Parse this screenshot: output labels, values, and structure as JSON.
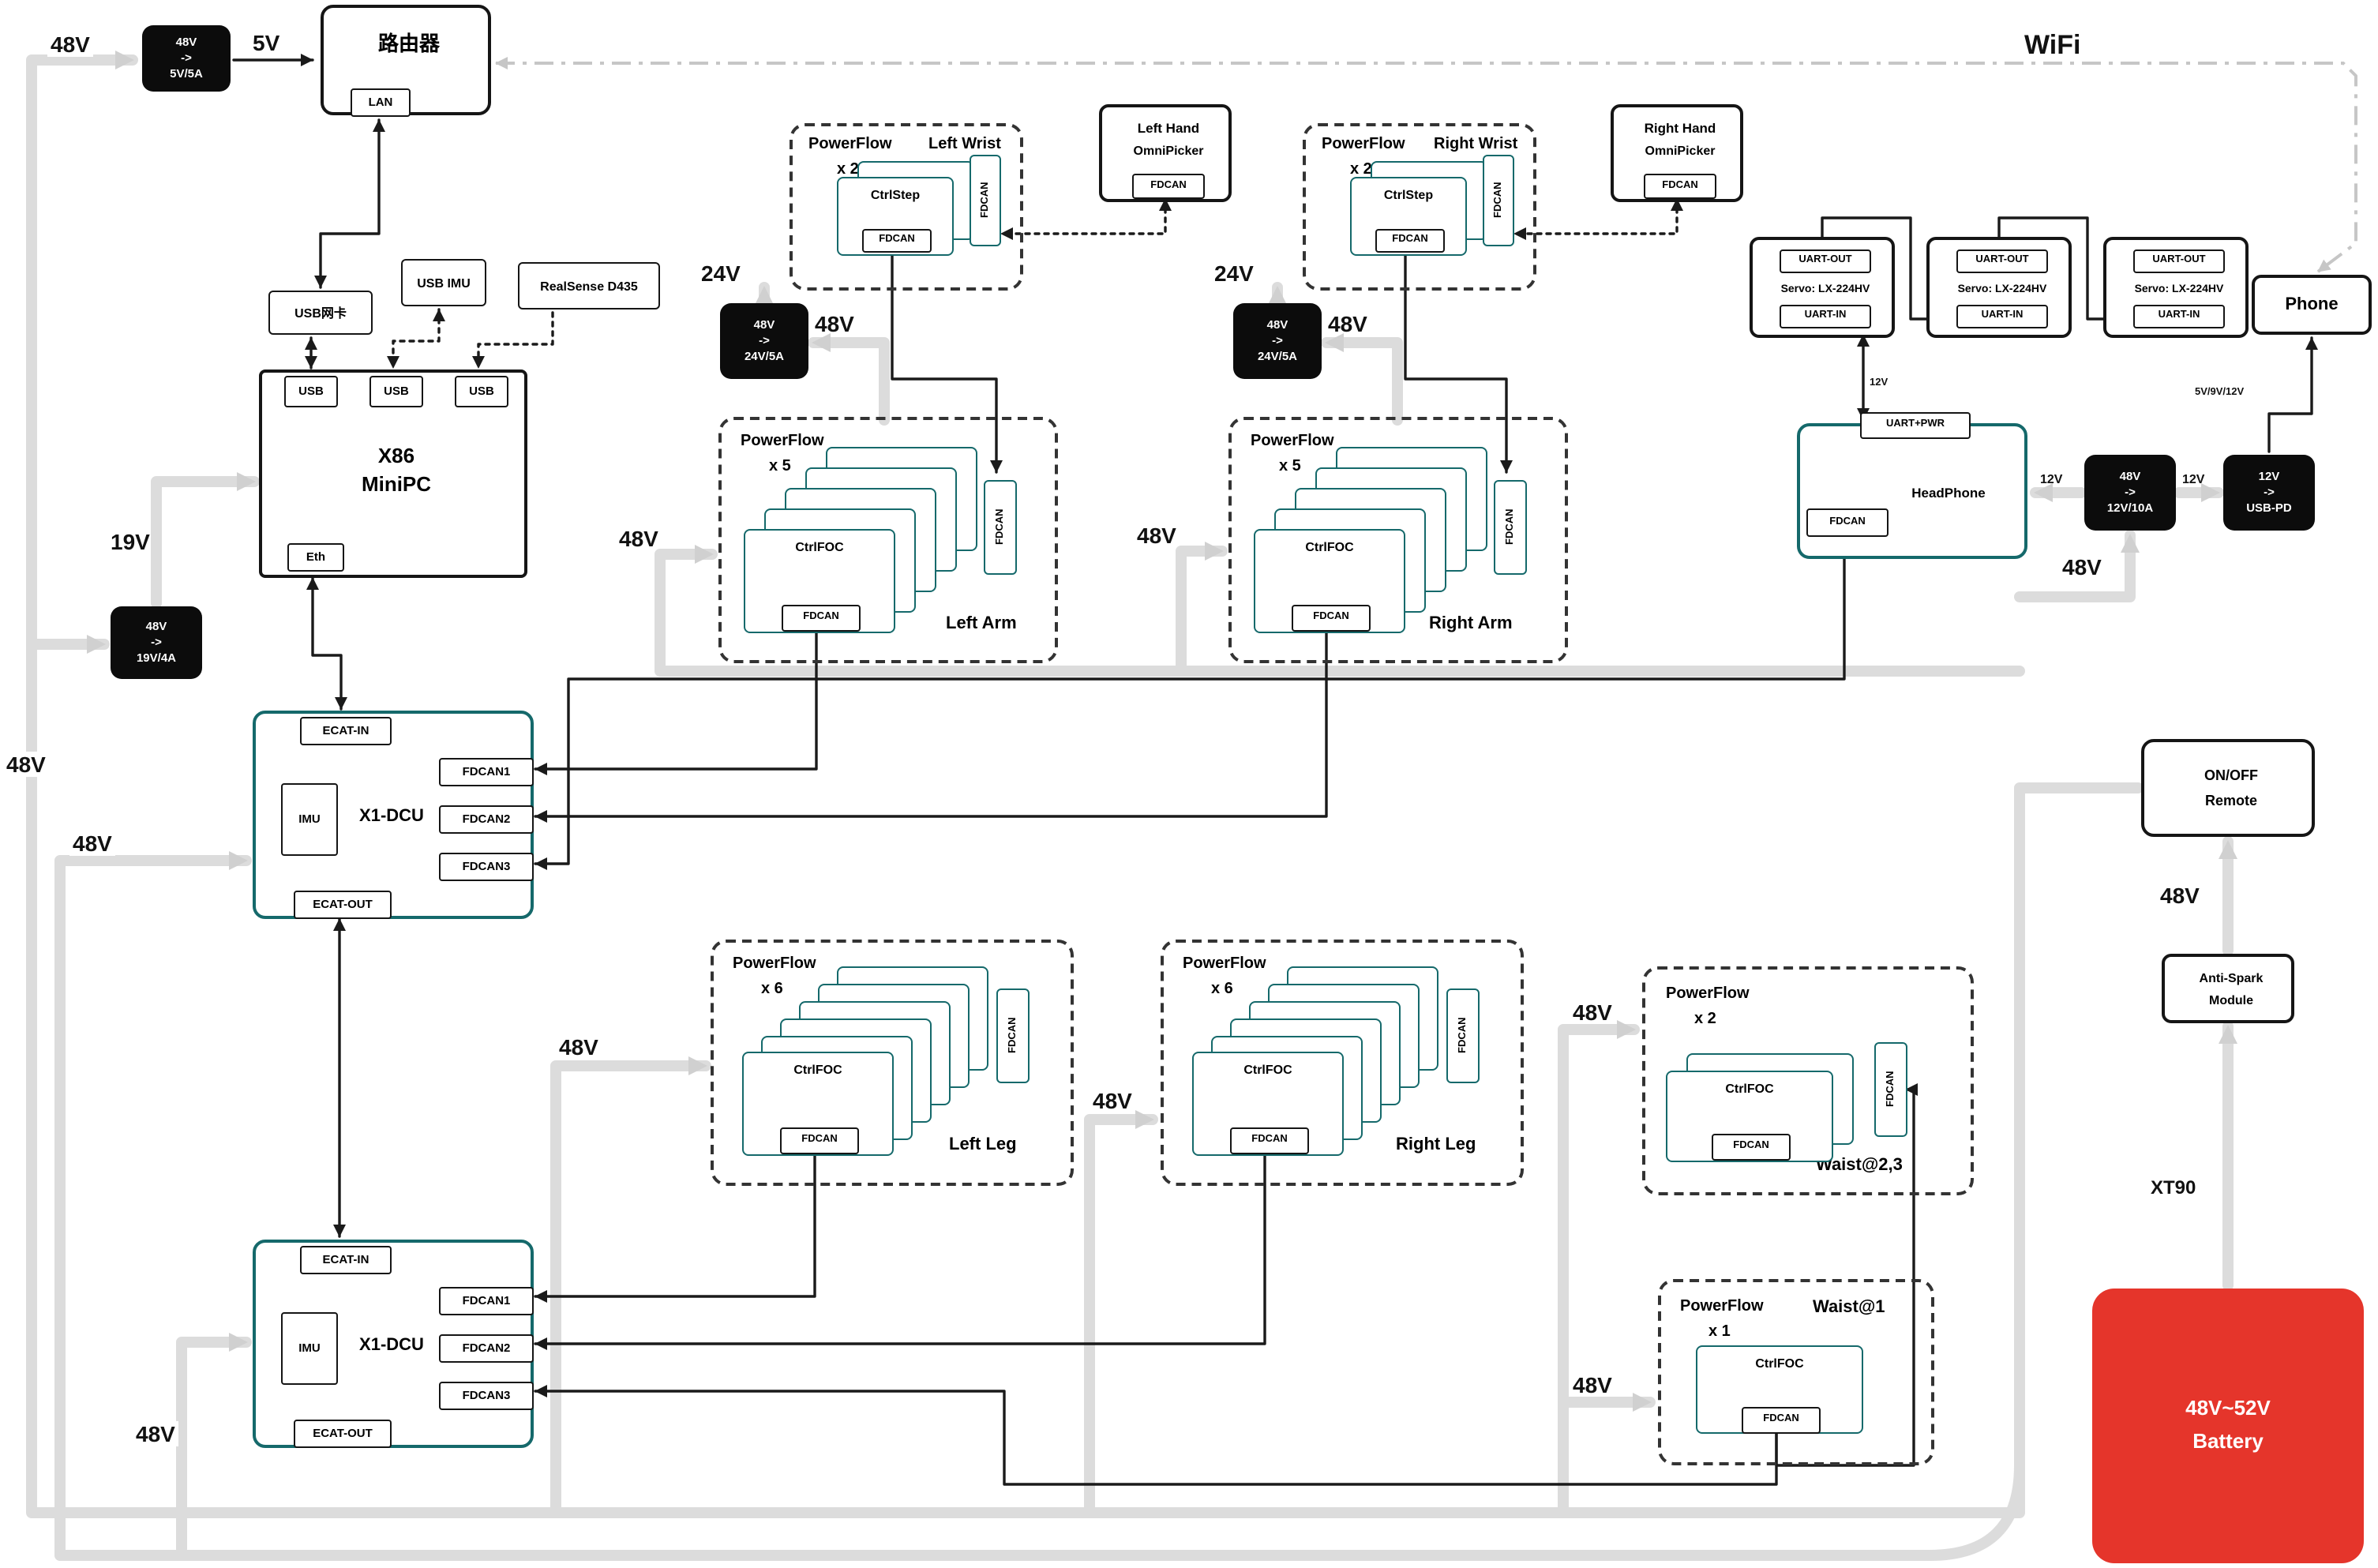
{
  "common": {
    "fdcan": "FDCAN",
    "powerflow": "PowerFlow",
    "ctrlfoc": "CtrlFOC",
    "ctrlstep": "CtrlStep",
    "v48": "48V",
    "v24": "24V",
    "v12": "12V",
    "v19": "19V",
    "v5": "5V",
    "usb": "USB",
    "uart_out": "UART-OUT",
    "uart_in": "UART-IN",
    "servo": "Servo: LX-224HV",
    "ecat_in": "ECAT-IN",
    "ecat_out": "ECAT-OUT",
    "imu": "IMU",
    "x1dcu": "X1-DCU",
    "fdcan1": "FDCAN1",
    "fdcan2": "FDCAN2",
    "fdcan3": "FDCAN3",
    "omnipicker": "OmniPicker",
    "arrow": "->"
  },
  "nodes": {
    "router": {
      "title": "路由器",
      "lan": "LAN"
    },
    "wifi": "WiFi",
    "usb_net": "USB网卡",
    "usb_imu": "USB IMU",
    "realsense": "RealSense D435",
    "pc": {
      "l1": "X86",
      "l2": "MiniPC",
      "eth": "Eth"
    },
    "conv5": {
      "out": "5V/5A"
    },
    "conv19": {
      "out": "19V/4A"
    },
    "conv24": {
      "out": "24V/5A"
    },
    "conv12": {
      "out": "12V/10A"
    },
    "convpd": {
      "out": "USB-PD"
    },
    "left_hand": "Left Hand",
    "right_hand": "Right Hand",
    "phone": "Phone",
    "phone_v": "5V/9V/12V",
    "headphone": {
      "title": "HeadPhone",
      "uart": "UART+PWR"
    },
    "remote": {
      "l1": "ON/OFF",
      "l2": "Remote"
    },
    "ant": {
      "l1": "Anti-Spark",
      "l2": "Module"
    },
    "xt90": "XT90",
    "battery": {
      "l1": "48V~52V",
      "l2": "Battery"
    }
  },
  "groups": {
    "left_wrist": {
      "count": "x 2",
      "name": "Left Wrist"
    },
    "right_wrist": {
      "count": "x 2",
      "name": "Right Wrist"
    },
    "left_arm": {
      "count": "x 5",
      "name": "Left Arm"
    },
    "right_arm": {
      "count": "x 5",
      "name": "Right Arm"
    },
    "left_leg": {
      "count": "x 6",
      "name": "Left Leg"
    },
    "right_leg": {
      "count": "x 6",
      "name": "Right Leg"
    },
    "waist23": {
      "count": "x 2",
      "name": "Waist@2,3"
    },
    "waist1": {
      "count": "x 1",
      "name": "Waist@1"
    }
  },
  "colors": {
    "teal": "#15696b",
    "red": "#e5352b",
    "wire_gray": "#dcdcdc",
    "black": "#1a1a1a"
  }
}
